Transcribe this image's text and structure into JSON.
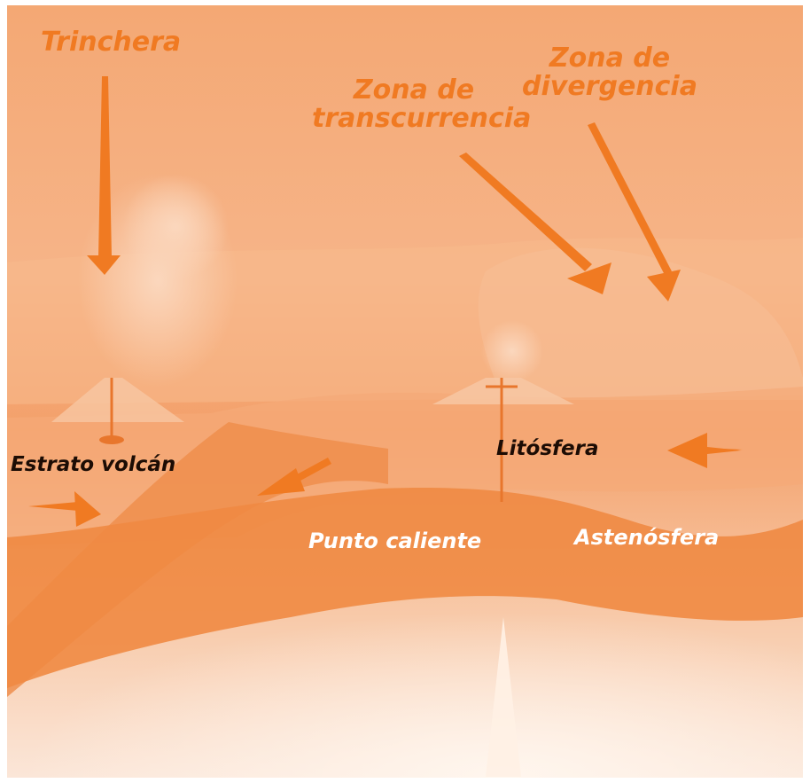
{
  "colors": {
    "accent_orange": "#f07a22",
    "label_dark": "#1c0c04",
    "label_white": "#ffffff"
  },
  "labels": {
    "trinchera": "Trinchera",
    "zona_transcurrencia_1": "Zona de",
    "zona_transcurrencia_2": "transcurrencia",
    "zona_divergencia_1": "Zona de",
    "zona_divergencia_2": "divergencia",
    "estrato_volcan": "Estrato volcán",
    "litosfera": "Litósfera",
    "punto_caliente": "Punto caliente",
    "astenosfera": "Astenósfera"
  }
}
